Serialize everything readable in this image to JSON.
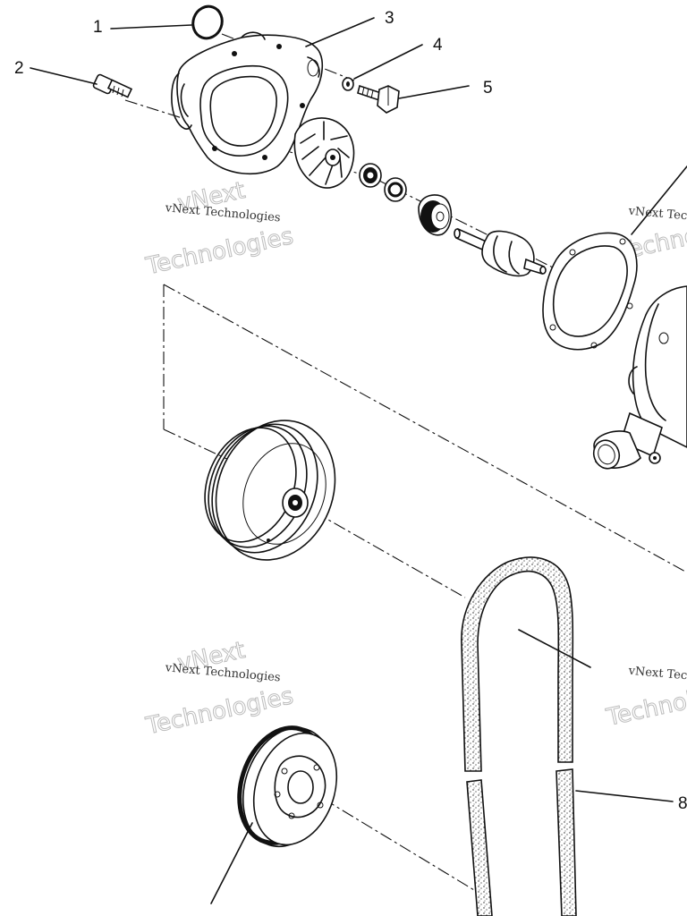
{
  "callouts": [
    {
      "id": "1",
      "label": "1"
    },
    {
      "id": "2",
      "label": "2"
    },
    {
      "id": "3",
      "label": "3"
    },
    {
      "id": "4",
      "label": "4"
    },
    {
      "id": "5",
      "label": "5"
    },
    {
      "id": "8",
      "label": "8"
    }
  ],
  "watermark": {
    "small_text": "vNext Technologies",
    "big_top": "vNext",
    "big_bottom": "Technologies"
  }
}
